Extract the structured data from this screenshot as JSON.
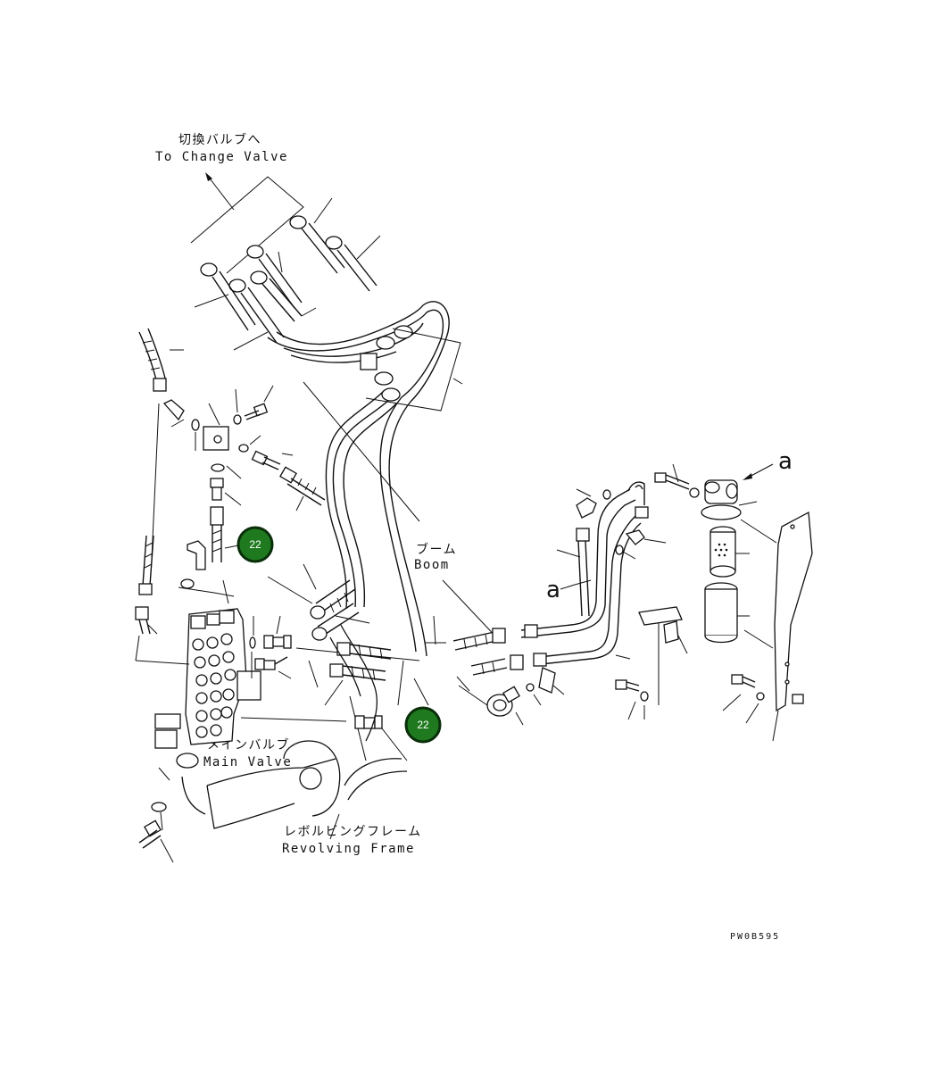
{
  "labels": {
    "to_change_valve_jp": "切換バルブへ",
    "to_change_valve_en": "To Change Valve",
    "boom_jp": "ブーム",
    "boom_en": "Boom",
    "main_valve_jp": "メインバルブ",
    "main_valve_en": "Main Valve",
    "revolving_frame_jp": "レボルビングフレーム",
    "revolving_frame_en": "Revolving Frame",
    "ref_a_top": "a",
    "ref_a_left": "a",
    "drawing_code": "PW0B595"
  },
  "callouts": [
    {
      "id": "22"
    },
    {
      "id": "22"
    }
  ],
  "colors": {
    "line": "#111111",
    "badge_fill": "#1f7a1f",
    "badge_ring": "#0a2e0a",
    "badge_text": "#ffffff",
    "background": "#ffffff"
  }
}
